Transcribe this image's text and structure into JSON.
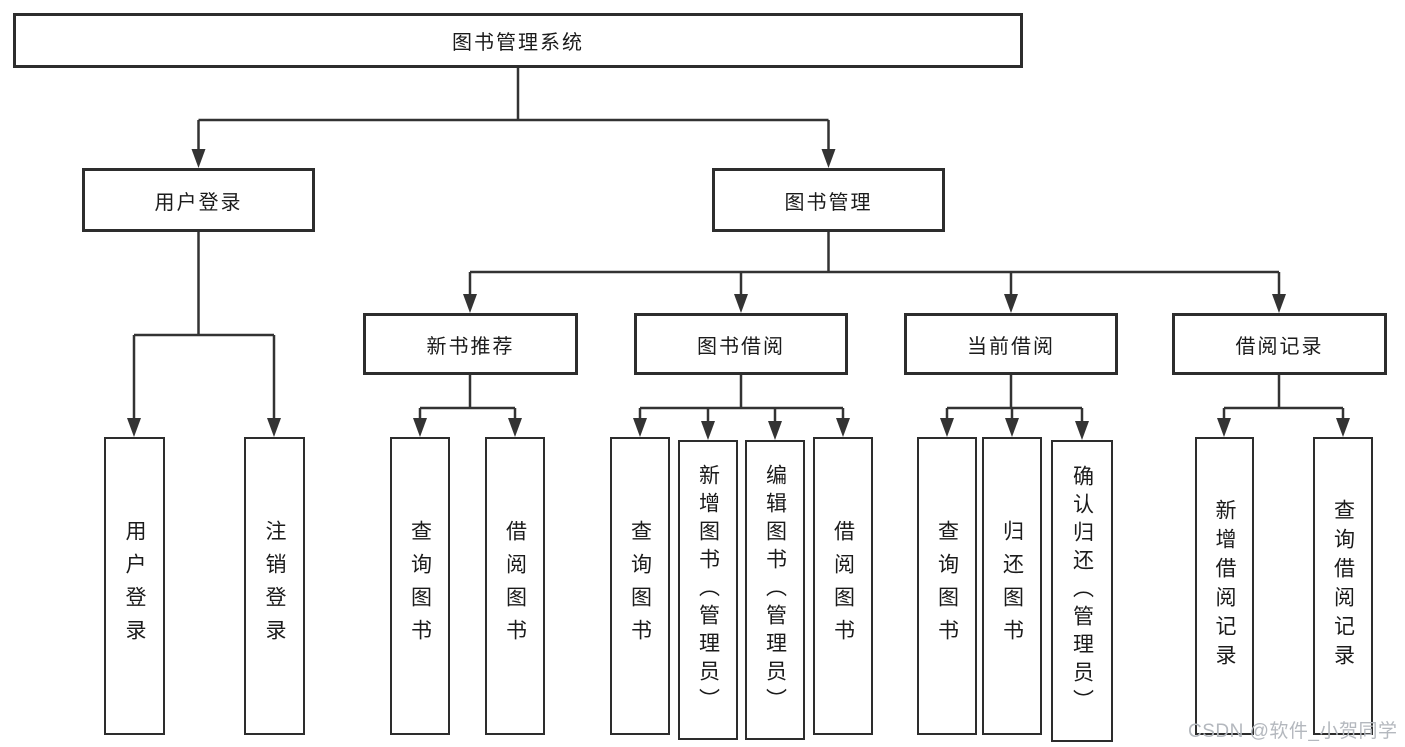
{
  "tree": {
    "root": "图书管理系统",
    "children": [
      {
        "label": "用户登录",
        "children": [
          {
            "label": "用户登录"
          },
          {
            "label": "注销登录"
          }
        ]
      },
      {
        "label": "图书管理",
        "children": [
          {
            "label": "新书推荐",
            "children": [
              {
                "label": "查询图书"
              },
              {
                "label": "借阅图书"
              }
            ]
          },
          {
            "label": "图书借阅",
            "children": [
              {
                "label": "查询图书"
              },
              {
                "label": "新增图书（管理员）"
              },
              {
                "label": "编辑图书（管理员）"
              },
              {
                "label": "借阅图书"
              }
            ]
          },
          {
            "label": "当前借阅",
            "children": [
              {
                "label": "查询图书"
              },
              {
                "label": "归还图书"
              },
              {
                "label": "确认归还（管理员）"
              }
            ]
          },
          {
            "label": "借阅记录",
            "children": [
              {
                "label": "新增借阅记录"
              },
              {
                "label": "查询借阅记录"
              }
            ]
          }
        ]
      }
    ]
  },
  "watermark": {
    "text": "CSDN @软件_小贺同学",
    "color": "#b4b8be"
  },
  "colors": {
    "line": "#333333",
    "border": "#2d2d2d",
    "text": "#1b1b1b",
    "background": "#ffffff"
  }
}
